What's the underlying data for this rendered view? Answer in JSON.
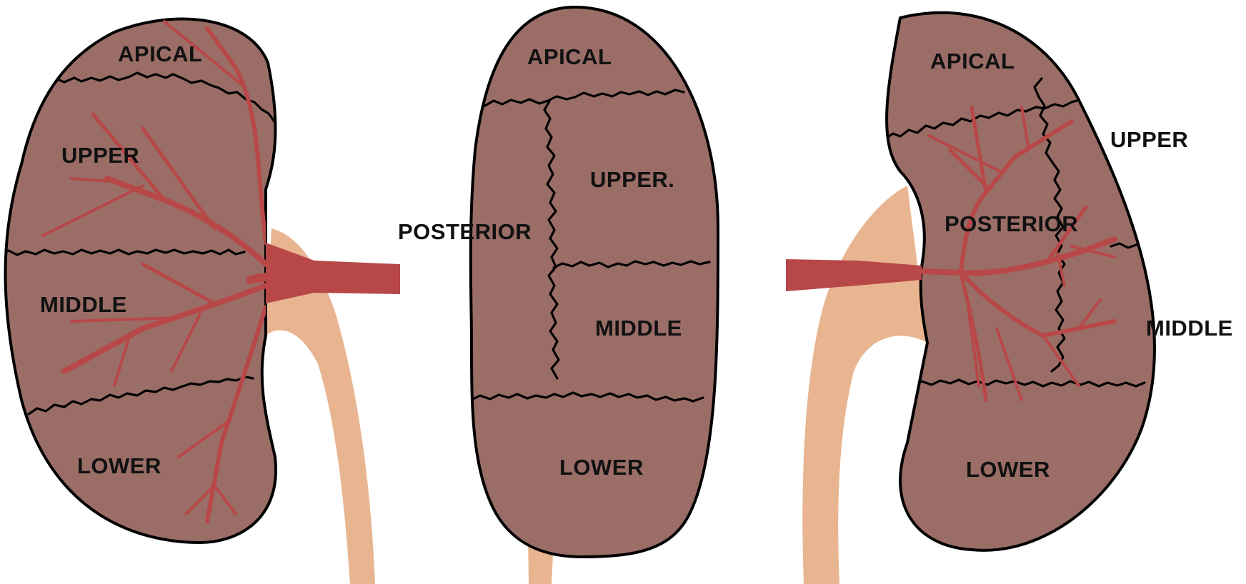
{
  "colors": {
    "parenchyma": "#9A6D66",
    "artery": "#B84848",
    "ureter": "#E8B590",
    "outline": "#000000",
    "background": "#FFFFFF"
  },
  "panels": {
    "left": {
      "labels": {
        "apical": "APICAL",
        "upper": "UPPER",
        "middle": "MIDDLE",
        "lower": "LOWER"
      }
    },
    "center": {
      "labels": {
        "apical": "APICAL",
        "posterior": "POSTERIOR",
        "upper": "UPPER.",
        "middle": "MIDDLE",
        "lower": "LOWER"
      }
    },
    "right": {
      "labels": {
        "apical": "APICAL",
        "upper": "UPPER",
        "posterior": "POSTERIOR",
        "middle": "MIDDLE",
        "lower": "LOWER"
      }
    }
  }
}
